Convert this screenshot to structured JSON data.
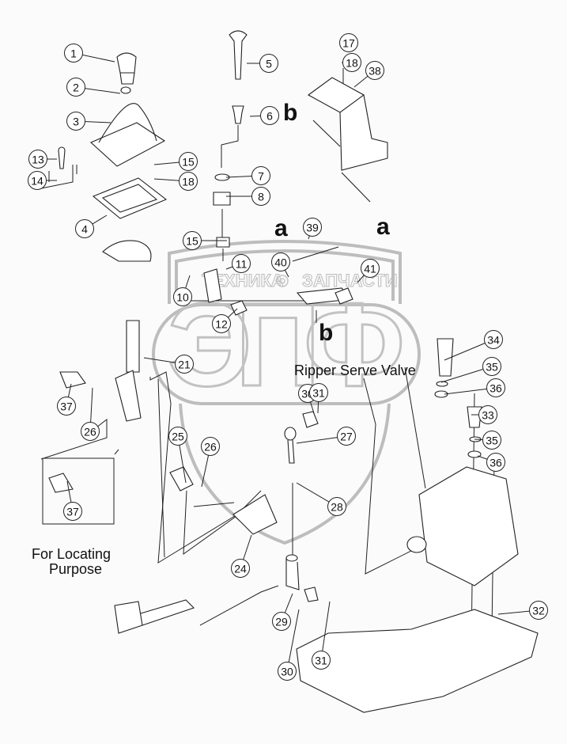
{
  "diagram": {
    "title": "Ripper control linkage exploded parts view",
    "watermark": {
      "logo_text": "ЭПФ",
      "banner_left": "ТЕХНИКА",
      "banner_right": "ЗАПЧАСТИ"
    },
    "captions": {
      "ripper_valve": "Ripper Serve Valve",
      "locating_line1": "For Locating",
      "locating_line2": "Purpose"
    },
    "reference_letters": [
      {
        "id": "b-top",
        "label": "b"
      },
      {
        "id": "a-right",
        "label": "a"
      },
      {
        "id": "a-spring",
        "label": "a"
      },
      {
        "id": "b-lower",
        "label": "b"
      }
    ],
    "callouts": [
      {
        "num": "1",
        "part": "knob"
      },
      {
        "num": "2",
        "part": "ring"
      },
      {
        "num": "3",
        "part": "boot"
      },
      {
        "num": "4",
        "part": "plate"
      },
      {
        "num": "5",
        "part": "lever"
      },
      {
        "num": "6",
        "part": "grommet"
      },
      {
        "num": "7",
        "part": "washer"
      },
      {
        "num": "8",
        "part": "collar"
      },
      {
        "num": "10",
        "part": "pin"
      },
      {
        "num": "11",
        "part": "bracket"
      },
      {
        "num": "12",
        "part": "bolt"
      },
      {
        "num": "13",
        "part": "screw"
      },
      {
        "num": "14",
        "part": "lock-washer"
      },
      {
        "num": "15",
        "part": "nut"
      },
      {
        "num": "15",
        "part": "nut"
      },
      {
        "num": "17",
        "part": "screw"
      },
      {
        "num": "18",
        "part": "lock-washer"
      },
      {
        "num": "18",
        "part": "lock-washer"
      },
      {
        "num": "21",
        "part": "shaft"
      },
      {
        "num": "24",
        "part": "lever-arm"
      },
      {
        "num": "25",
        "part": "bolt"
      },
      {
        "num": "26",
        "part": "washer"
      },
      {
        "num": "26",
        "part": "washer"
      },
      {
        "num": "27",
        "part": "rod-end"
      },
      {
        "num": "28",
        "part": "nut"
      },
      {
        "num": "29",
        "part": "rod-end"
      },
      {
        "num": "30",
        "part": "nut"
      },
      {
        "num": "30",
        "part": "nut"
      },
      {
        "num": "31",
        "part": "cotter-pin"
      },
      {
        "num": "31",
        "part": "cotter-pin"
      },
      {
        "num": "32",
        "part": "washer"
      },
      {
        "num": "33",
        "part": "bolt"
      },
      {
        "num": "34",
        "part": "bolt"
      },
      {
        "num": "35",
        "part": "lock-washer"
      },
      {
        "num": "35",
        "part": "lock-washer"
      },
      {
        "num": "36",
        "part": "washer"
      },
      {
        "num": "36",
        "part": "washer"
      },
      {
        "num": "37",
        "part": "bolt"
      },
      {
        "num": "37",
        "part": "bolt"
      },
      {
        "num": "38",
        "part": "bracket"
      },
      {
        "num": "39",
        "part": "spring"
      },
      {
        "num": "40",
        "part": "pin"
      },
      {
        "num": "41",
        "part": "link"
      }
    ]
  }
}
